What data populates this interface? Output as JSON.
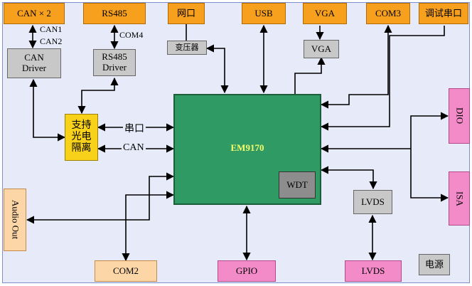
{
  "top_row": {
    "can": "CAN × 2",
    "rs485": "RS485",
    "ethernet": "网口",
    "usb": "USB",
    "vga": "VGA",
    "com3": "COM3",
    "debug_serial": "调试串口"
  },
  "drivers": {
    "can_driver": "CAN\nDriver",
    "rs485_driver": "RS485\nDriver",
    "transformer": "变压器",
    "vga": "VGA"
  },
  "isolation": "支持\n光电\n隔离",
  "core": {
    "cpu": "EM9170",
    "wdt": "WDT"
  },
  "right_side": {
    "dio": "DIO",
    "isa": "ISA"
  },
  "bottom_row": {
    "com2": "COM2",
    "gpio": "GPIO",
    "lvds": "LVDS",
    "power": "电源"
  },
  "lvds_middle": "LVDS",
  "audio_out": "Audio Out",
  "labels": {
    "can1": "CAN1",
    "can2": "CAN2",
    "com4": "COM4",
    "serial": "串口",
    "can_link": "CAN"
  }
}
